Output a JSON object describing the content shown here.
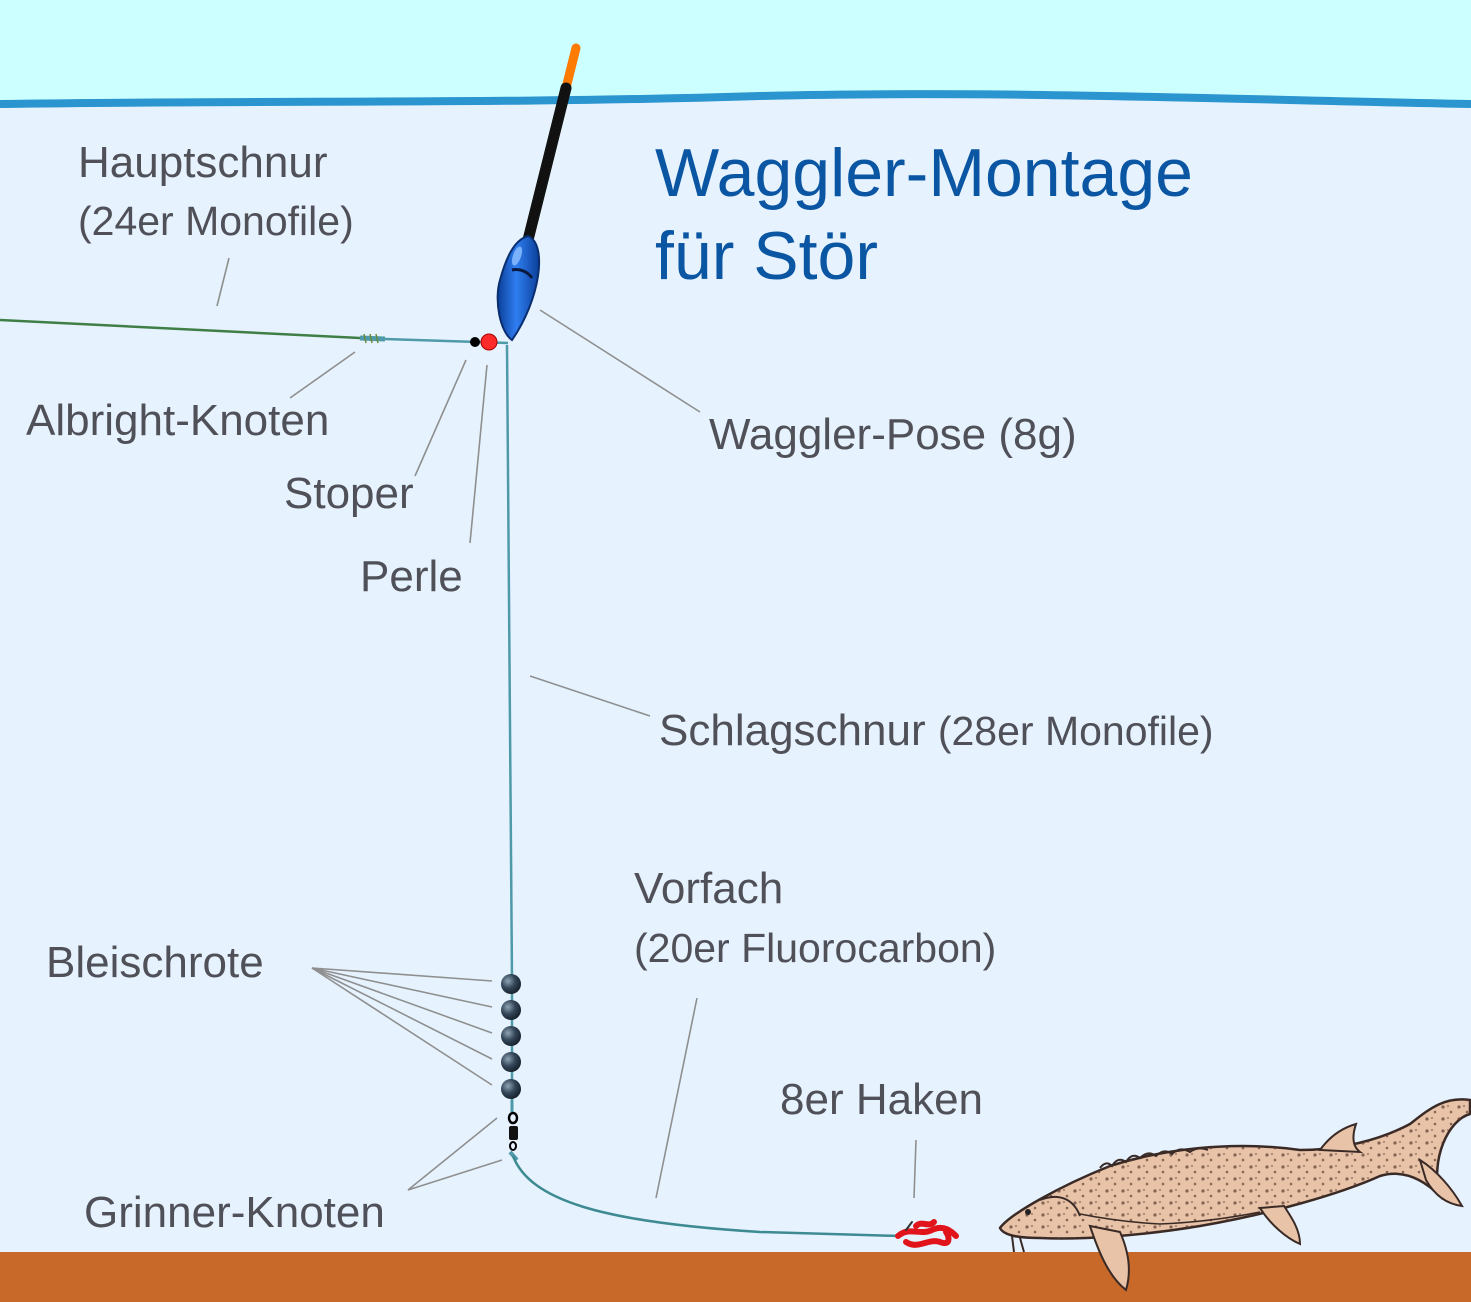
{
  "title": {
    "line1": "Waggler-Montage",
    "line2": "für Stör"
  },
  "labels": {
    "hauptschnur": "Hauptschnur",
    "hauptschnur_detail": "(24er Monofile)",
    "albright": "Albright-Knoten",
    "stoper": "Stoper",
    "perle": "Perle",
    "waggler_pose": "Waggler-Pose (8g)",
    "schlagschnur": "Schlagschnur",
    "schlagschnur_detail": "(28er Monofile)",
    "vorfach": "Vorfach",
    "vorfach_detail": "(20er Fluorocarbon)",
    "bleischrote": "Bleischrote",
    "haken": "8er Haken",
    "grinner": "Grinner-Knoten"
  },
  "colors": {
    "sky": "#ccffff",
    "water": "#e6f3ff",
    "surface": "#2b95cf",
    "ground": "#c8692a",
    "title": "#0b56a3",
    "label": "#505058",
    "float_body": "#1a5fd1",
    "float_tip": "#ff7a00",
    "bead": "#ff2a2a",
    "weights": "#2a3a47",
    "worm_bait": "#e0141a"
  },
  "icons": {
    "float": "waggler-float-icon",
    "fish": "sturgeon-icon",
    "bait": "worm-bait-icon"
  }
}
